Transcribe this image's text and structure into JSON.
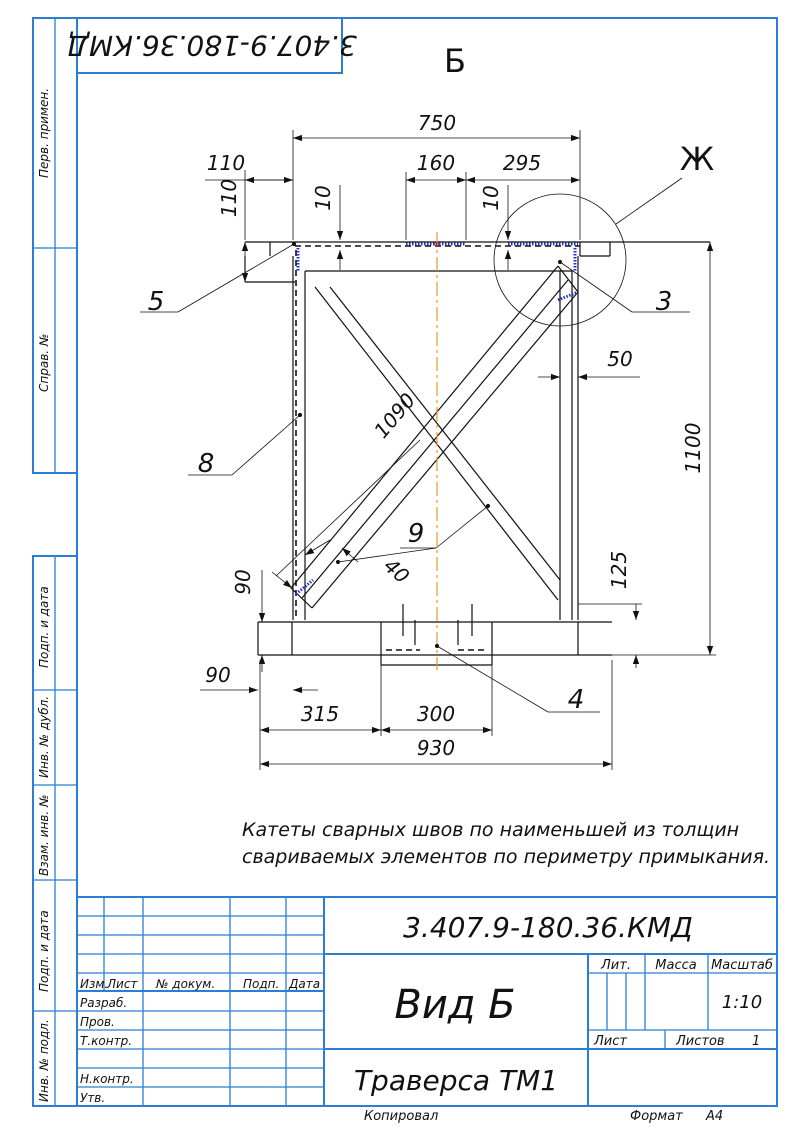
{
  "view_label": "Б",
  "rotated_doc_code": "3.407.9-180.36.КМД",
  "node_label": "Ж",
  "dimensions": {
    "d750": "750",
    "d110h": "110",
    "d110v": "110",
    "d160": "160",
    "d295": "295",
    "d10a": "10",
    "d10b": "10",
    "d50": "50",
    "d1090": "1090",
    "d1100": "1100",
    "d125": "125",
    "d90v": "90",
    "d40": "40",
    "d90h": "90",
    "d315": "315",
    "d300": "300",
    "d930": "930"
  },
  "callouts": {
    "c5": "5",
    "c3": "3",
    "c8": "8",
    "c9": "9",
    "c4": "4"
  },
  "note_lines": [
    "Катеты сварных швов по наименьшей из толщин",
    "свариваемых элементов по периметру примыкания."
  ],
  "side_stamp": [
    "Перв. примен.",
    "Справ. №",
    "Подп. и дата",
    "Инв. № дубл.",
    "Взам. инв. №",
    "Подп. и дата",
    "Инв. № подл."
  ],
  "title_block": {
    "doc_code": "3.407.9-180.36.КМД",
    "sheet_title": "Вид Б",
    "assembly": "Траверса ТМ1",
    "col_izm": "Изм.",
    "col_list": "Лист",
    "col_doc": "№ докум.",
    "col_sign": "Подп.",
    "col_date": "Дата",
    "role_dev": "Разраб.",
    "role_check": "Пров.",
    "role_tcontr": "Т.контр.",
    "role_ncontr": "Н.контр.",
    "role_approve": "Утв.",
    "lit": "Лит.",
    "mass": "Масса",
    "scale": "Масштаб",
    "scale_value": "1:10",
    "sheet": "Лист",
    "sheets": "Листов",
    "sheets_value": "1"
  },
  "footer": {
    "copied": "Копировал",
    "format": "Формат",
    "format_value": "А4"
  },
  "colors": {
    "frame": "#2a7fd4",
    "axis": "#e69a2a",
    "weld": "#2233cc",
    "line": "#111111"
  }
}
